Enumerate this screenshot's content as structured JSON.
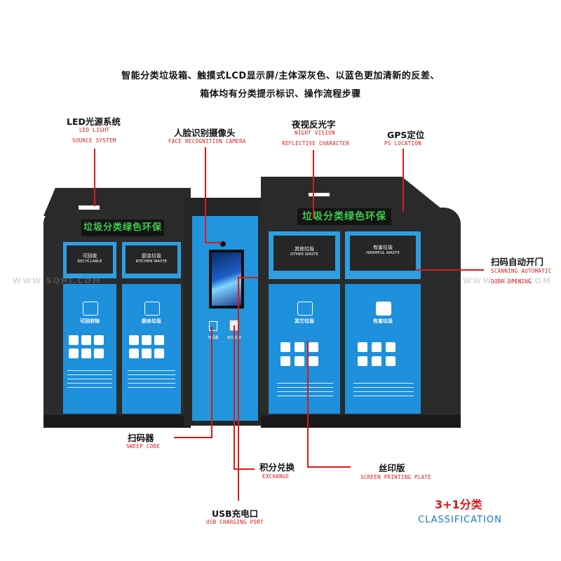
{
  "header": {
    "line1": "智能分类垃圾箱、触摸式LCD显示屏/主体深灰色、以蓝色更加清新的反差、",
    "line2": "箱体均有分类提示标识、操作流程步骤"
  },
  "sign_text": "垃圾分类绿色环保",
  "watermark": "WWW.SQHJ.COM",
  "bins": {
    "recyclable_cn": "可回收",
    "recyclable_en": "RECYCLABLE",
    "kitchen_cn": "厨余垃圾",
    "kitchen_en": "KITCHEN WASTE",
    "other_cn": "其他垃圾",
    "other_en": "OTHER WASTE",
    "harmful_cn": "有害垃圾",
    "harmful_en": "HARMFUL WASTE",
    "recyclable_panel": "可回收物",
    "kitchen_panel": "厨余垃圾",
    "other_panel": "其它垃圾",
    "harmful_panel": "有害垃圾"
  },
  "center": {
    "scan_label": "扫码器",
    "exchange_label": "积分兑换"
  },
  "labels": {
    "led": {
      "cn": "LED光源系统",
      "en1": "LED LIGHT",
      "en2": "SOURCE SYSTEM"
    },
    "face": {
      "cn": "人脸识别摄像头",
      "en": "FACE RECOGNITION CAMERA"
    },
    "night": {
      "cn": "夜视反光字",
      "en1": "NIGHT VISION",
      "en2": "REFLECTIVE CHARACTER"
    },
    "gps": {
      "cn": "GPS定位",
      "en": "PS LOCATION"
    },
    "auto": {
      "cn": "扫码自动开门",
      "en1": "SCANNING AUTOMATIC",
      "en2": "DOOR OPENING"
    },
    "sweep": {
      "cn": "扫码器",
      "en": "SWEEP CODE"
    },
    "exchange": {
      "cn": "积分兑换",
      "en": "EXCHANGE"
    },
    "print": {
      "cn": "丝印版",
      "en": "SCREEN PRINTING PLATE"
    },
    "usb": {
      "cn": "USB充电口",
      "en": "USB CHARGING PORT"
    }
  },
  "classification": {
    "cn": "3+1分类",
    "en": "CLASSIFICATION"
  },
  "colors": {
    "body": "#2b2b2b",
    "panel": "#1e90dc",
    "sign": "#3cd04c",
    "accent": "#e01818"
  }
}
